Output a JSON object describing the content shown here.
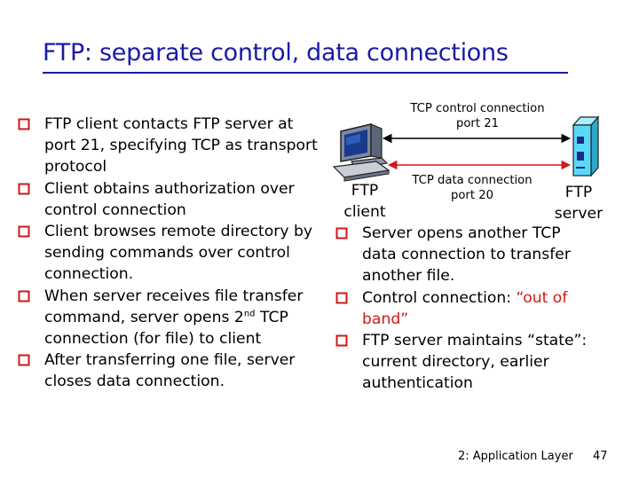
{
  "slide": {
    "title": "FTP: separate control, data connections",
    "left_bullets": [
      {
        "text": "FTP client contacts FTP server at port 21, specifying TCP as transport protocol"
      },
      {
        "text": "Client obtains authorization over control connection"
      },
      {
        "text": "Client browses remote directory by sending commands over control connection."
      },
      {
        "text": "When server receives file transfer command, server opens 2",
        "sup": "nd",
        "text_after": " TCP connection (for file) to client"
      },
      {
        "text": "After transferring one file, server closes data connection."
      }
    ],
    "diagram": {
      "control_label": "TCP control connection port 21",
      "data_label": "TCP data connection port 20",
      "client_label": "FTP client",
      "server_label": "FTP server"
    },
    "right_bullets": [
      {
        "text": "Server opens another TCP data connection to transfer another file."
      },
      {
        "text": "Control connection: ",
        "highlight": "“out of band”"
      },
      {
        "text": "FTP server maintains “state”: current directory, earlier authentication"
      }
    ],
    "footer": "2: Application Layer",
    "page_number": "47",
    "colors": {
      "title": "#1a1aa8",
      "bullet": "#cc1a1a",
      "highlight": "#cc1a1a"
    },
    "icons": {
      "bullet": "checkbox-bullet-icon",
      "client": "desktop-computer-icon",
      "server": "server-tower-icon"
    }
  }
}
